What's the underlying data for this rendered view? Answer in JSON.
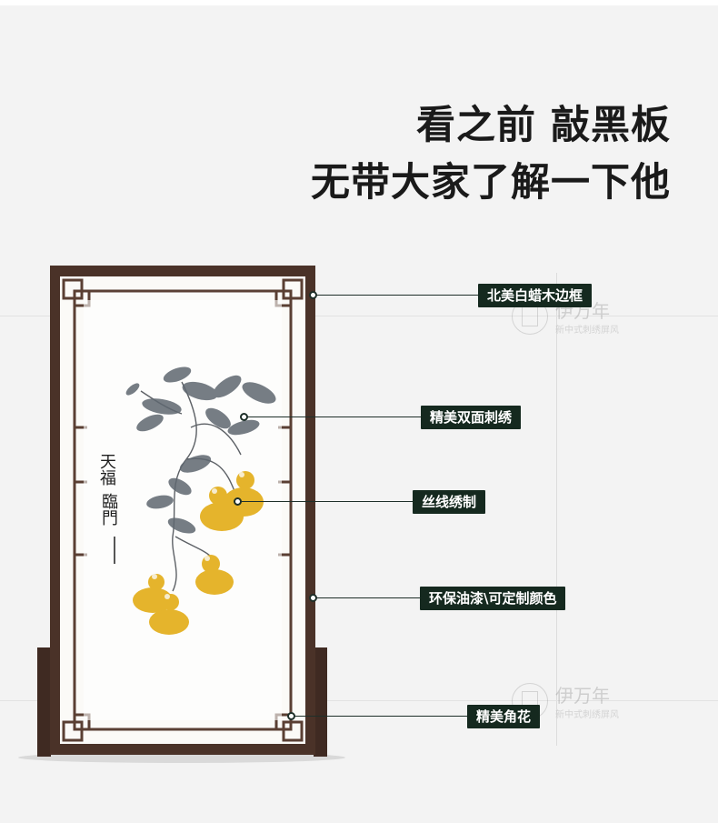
{
  "headline": {
    "line1": "看之前 敲黑板",
    "line2": "无带大家了解一下他"
  },
  "watermark": {
    "name": "伊万年",
    "sub": "新中式刺绣屏风"
  },
  "callouts": [
    {
      "label": "北美白蜡木边框"
    },
    {
      "label": "精美双面刺绣"
    },
    {
      "label": "丝线绣制"
    },
    {
      "label": "环保油漆\\可定制颜色"
    },
    {
      "label": "精美角花"
    }
  ],
  "painting": {
    "inscription_col1": "天福",
    "inscription_col2": "臨門"
  },
  "colors": {
    "frame": "#4a3228",
    "panel": "#fbfaf7",
    "label_bg": "#15291f",
    "gourd": "#e5b42c"
  }
}
